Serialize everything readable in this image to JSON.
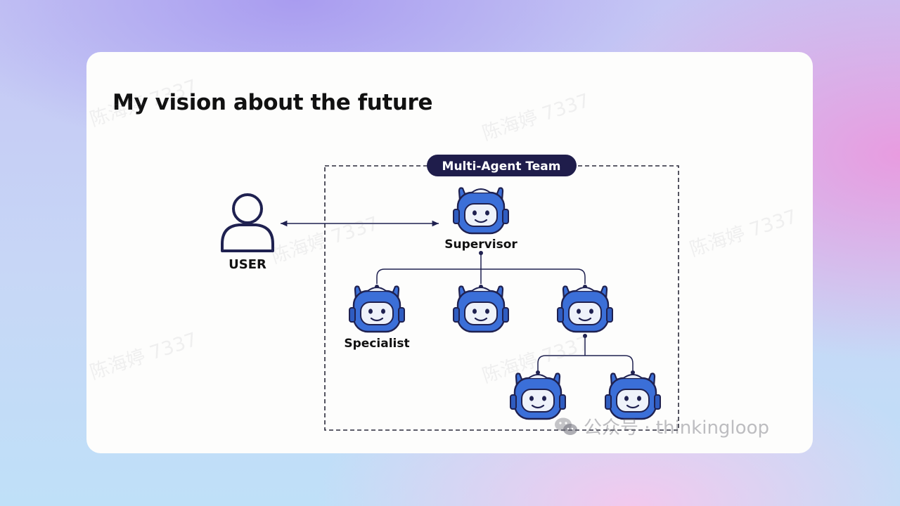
{
  "slide": {
    "title": "My vision about the future"
  },
  "diagram": {
    "team_label": "Multi-Agent Team",
    "user_label": "USER",
    "supervisor_label": "Supervisor",
    "specialist_label": "Specialist"
  },
  "watermarks": {
    "text": "陈海婷 7337",
    "credit": "公众号 · thinkingloop",
    "credit_icon": "wechat-icon"
  },
  "colors": {
    "robot_blue": "#3b6fd8",
    "robot_outline": "#1f2150",
    "team_badge": "#1f1d4b",
    "dark": "#111111"
  }
}
